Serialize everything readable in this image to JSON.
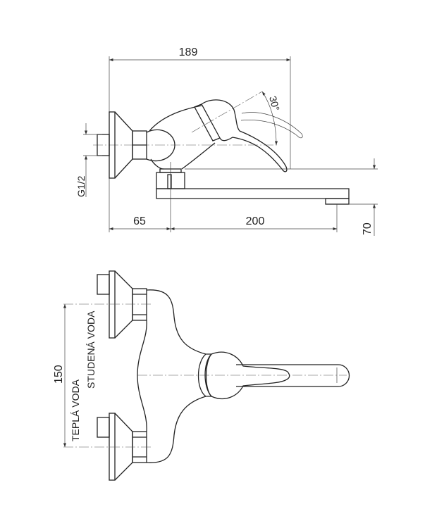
{
  "side_view": {
    "dim_total_length": "189",
    "dim_wall_to_spout": "65",
    "dim_spout_reach": "200",
    "dim_spout_height": "70",
    "thread_size": "G1/2",
    "lever_angle": "30°"
  },
  "front_view": {
    "dim_inlet_spacing": "150",
    "label_cold_water": "STUDENÁ VODA",
    "label_hot_water": "TEPLÁ VODA"
  }
}
